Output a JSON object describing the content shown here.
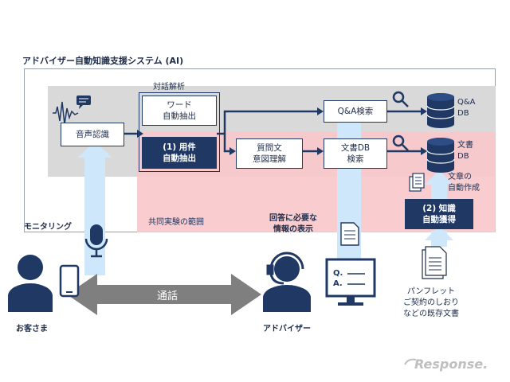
{
  "title": "アドバイザー自動知識支援システム (AI)",
  "labels": {
    "dialog_analysis": "対話解析",
    "joint_scope": "共同実験の範囲",
    "monitoring": "モニタリング",
    "call": "通話",
    "info_display": "回答に必要な\n情報の表示",
    "customer": "お客さま",
    "advisor": "アドバイザー",
    "doc_auto": "文章の\n自動作成",
    "pamphlet": "パンフレット\nご契約のしおり\nなどの既存文書",
    "watermark": "Response."
  },
  "boxes": {
    "speech": "音声認識",
    "word": "ワード\n自動抽出",
    "req": "(1) 用件\n自動抽出",
    "qa_search": "Q&A検索",
    "intent": "質問文\n意図理解",
    "doc_search": "文書DB\n検索",
    "knowledge": "(2) 知識\n自動獲得"
  },
  "databases": {
    "qa": "Q&A\nDB",
    "doc": "文書\nDB"
  },
  "screen": {
    "q": "Q.",
    "a": "A."
  },
  "colors": {
    "navy": "#1f3864",
    "gray_zone": "#d9d9d9",
    "pink_zone": "#f9c9cb",
    "light_blue": "#cfe7fa",
    "call_arrow": "#7f7f7f",
    "person": "#1f3864"
  },
  "icons": [
    "waveform-icon",
    "chat-bubble-icon",
    "microphone-icon",
    "magnifier-icon",
    "database-icon",
    "document-icon",
    "headset-icon",
    "monitor-icon",
    "smartphone-icon"
  ]
}
